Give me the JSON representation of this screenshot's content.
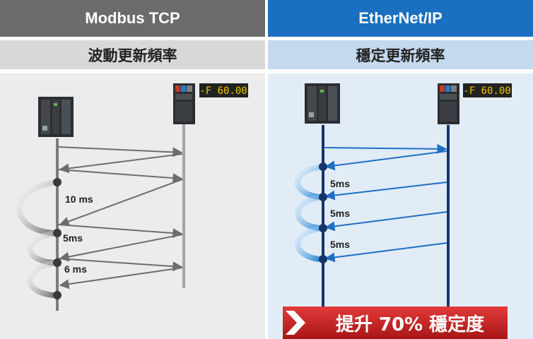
{
  "left": {
    "protocol": "Modbus TCP",
    "subtitle": "波動更新頻率",
    "drive_readout": "-F 60.00",
    "intervals": [
      "10 ms",
      "5ms",
      "6 ms"
    ]
  },
  "right": {
    "protocol": "EtherNet/IP",
    "subtitle": "穩定更新頻率",
    "drive_readout": "-F 60.00",
    "intervals": [
      "5ms",
      "5ms",
      "5ms"
    ],
    "banner": "提升 70% 穩定度"
  },
  "colors": {
    "left_header": "#6b6b6b",
    "right_header": "#1a6fc0",
    "left_arrows": "#6d6d6d",
    "right_arrows": "#1f6fc4",
    "banner": "#cc1f1f"
  }
}
